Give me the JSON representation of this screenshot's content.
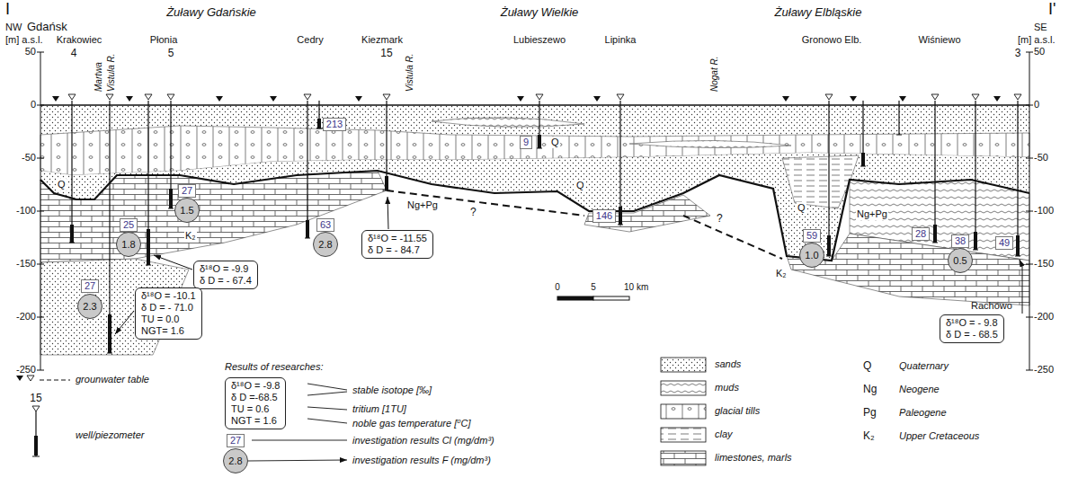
{
  "diagram": {
    "nodes": [
      {
        "text": [
          "213"
        ]
      },
      {
        "text": [
          "9"
        ]
      },
      {
        "text": [
          "27"
        ]
      },
      {
        "text": [
          "1.5"
        ]
      },
      {
        "text": [
          "25"
        ]
      },
      {
        "text": [
          "1.8"
        ]
      },
      {
        "text": [
          "δ¹⁸O = -9.9",
          "δ D = - 67.4"
        ]
      },
      {
        "text": [
          "63"
        ]
      },
      {
        "text": [
          "2.8"
        ]
      },
      {
        "text": [
          "δ¹⁸O = -11.55",
          "δ D = - 84.7"
        ]
      },
      {
        "text": [
          "146"
        ]
      },
      {
        "text": [
          "27"
        ]
      },
      {
        "text": [
          "2.3"
        ]
      },
      {
        "text": [
          "δ¹⁸O = -10.1",
          "δ D = - 71.0",
          "TU = 0.0",
          "NGT= 1.6"
        ]
      },
      {
        "text": [
          "59"
        ]
      },
      {
        "text": [
          "1.0"
        ]
      },
      {
        "text": [
          "28"
        ]
      },
      {
        "text": [
          "38"
        ]
      },
      {
        "text": [
          "0.5"
        ]
      },
      {
        "text": [
          "49"
        ]
      },
      {
        "text": [
          "δ¹⁸O = - 9.8",
          "δ D = - 68.5"
        ]
      },
      {
        "text": [
          "δ¹⁸O = -9.8",
          "δ D =-68.5",
          "TU = 0.6",
          "NGT = 1.6"
        ]
      },
      {
        "text": [
          "27"
        ]
      },
      {
        "text": [
          "2.8"
        ]
      }
    ],
    "labels": [
      "I",
      "I'",
      "NW",
      "Gdańsk",
      "[m] a.s.l.",
      "Krakowiec",
      "4",
      "Martwa",
      "Vistula R.",
      "Płonia",
      "5",
      "Żuławy Gdańskie",
      "Cedry",
      "Kiezmark",
      "15",
      "Vistula R.",
      "Żuławy Wielkie",
      "Lubieszewo",
      "Lipinka",
      "Nogat R.",
      "Żuławy Elbląskie",
      "Gronowo Elb.",
      "Wiśniewo",
      "3",
      "SE",
      "[m] a.s.l.",
      "50",
      "0",
      "-50",
      "-100",
      "-150",
      "-200",
      "-250",
      "50",
      "0",
      "-50",
      "-100",
      "-150",
      "-200",
      "-250",
      "Q",
      "K₂",
      "Q",
      "Ng+Pg",
      "?",
      "Q",
      "?",
      "Q",
      "Ng+Pg",
      "K₂",
      "Rachowo",
      "0",
      "5",
      "10 km",
      "grounwater table",
      "15",
      "well/piezometer",
      "Results of researches:",
      "stable isotope [‰]",
      "tritium [1TU]",
      "noble gas temperature [⁰C]",
      "investigation results Cl (mg/dm³)",
      "investigation results F (mg/dm³)",
      "Q",
      "Ng",
      "Pg",
      "K₂"
    ],
    "legend": [
      {
        "text": "sands"
      },
      {
        "text": "muds"
      },
      {
        "text": "glacial tills"
      },
      {
        "text": "clay"
      },
      {
        "text": "limestones, marls"
      },
      {
        "text": "Quaternary"
      },
      {
        "text": "Neogene"
      },
      {
        "text": "Paleogene"
      },
      {
        "text": "Upper Cretaceous"
      }
    ]
  }
}
